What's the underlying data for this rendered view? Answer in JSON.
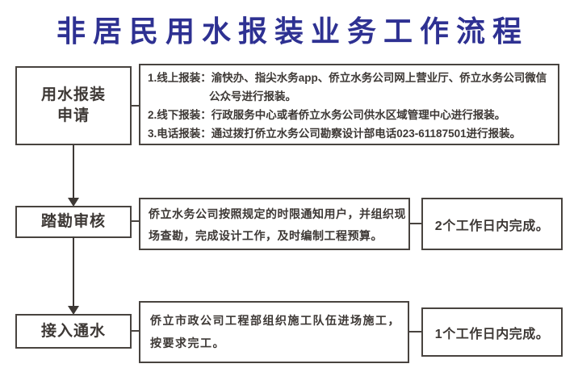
{
  "title": "非居民用水报装业务工作流程",
  "colors": {
    "title_blue": "#2e3192",
    "text": "#3d3835",
    "line": "#48433f"
  },
  "steps": [
    {
      "id": "apply",
      "label_line1": "用水报装",
      "label_line2": "申请",
      "detail_lines": [
        "1.线上报装：渝快办、指尖水务app、侨立水务公司网上营业厅、侨立水务公司微信",
        "公众号进行报装。",
        "2.线下报装：行政服务中心或者侨立水务公司供水区域管理中心进行报装。",
        "3.电话报装：通过拨打侨立水务公司勘察设计部电话023-61187501进行报装。"
      ]
    },
    {
      "id": "survey",
      "label": "踏勘审核",
      "detail_lines": [
        "侨立水务公司按照规定的时限通知用户，并组织现",
        "场查勘，完成设计工作，及时编制工程预算。"
      ],
      "duration": "2个工作日内完成。"
    },
    {
      "id": "connect",
      "label": "接入通水",
      "detail_lines": [
        "侨立市政公司工程部组织施工队伍进场施工，",
        "按要求完工。"
      ],
      "duration": "1个工作日内完成。"
    }
  ]
}
